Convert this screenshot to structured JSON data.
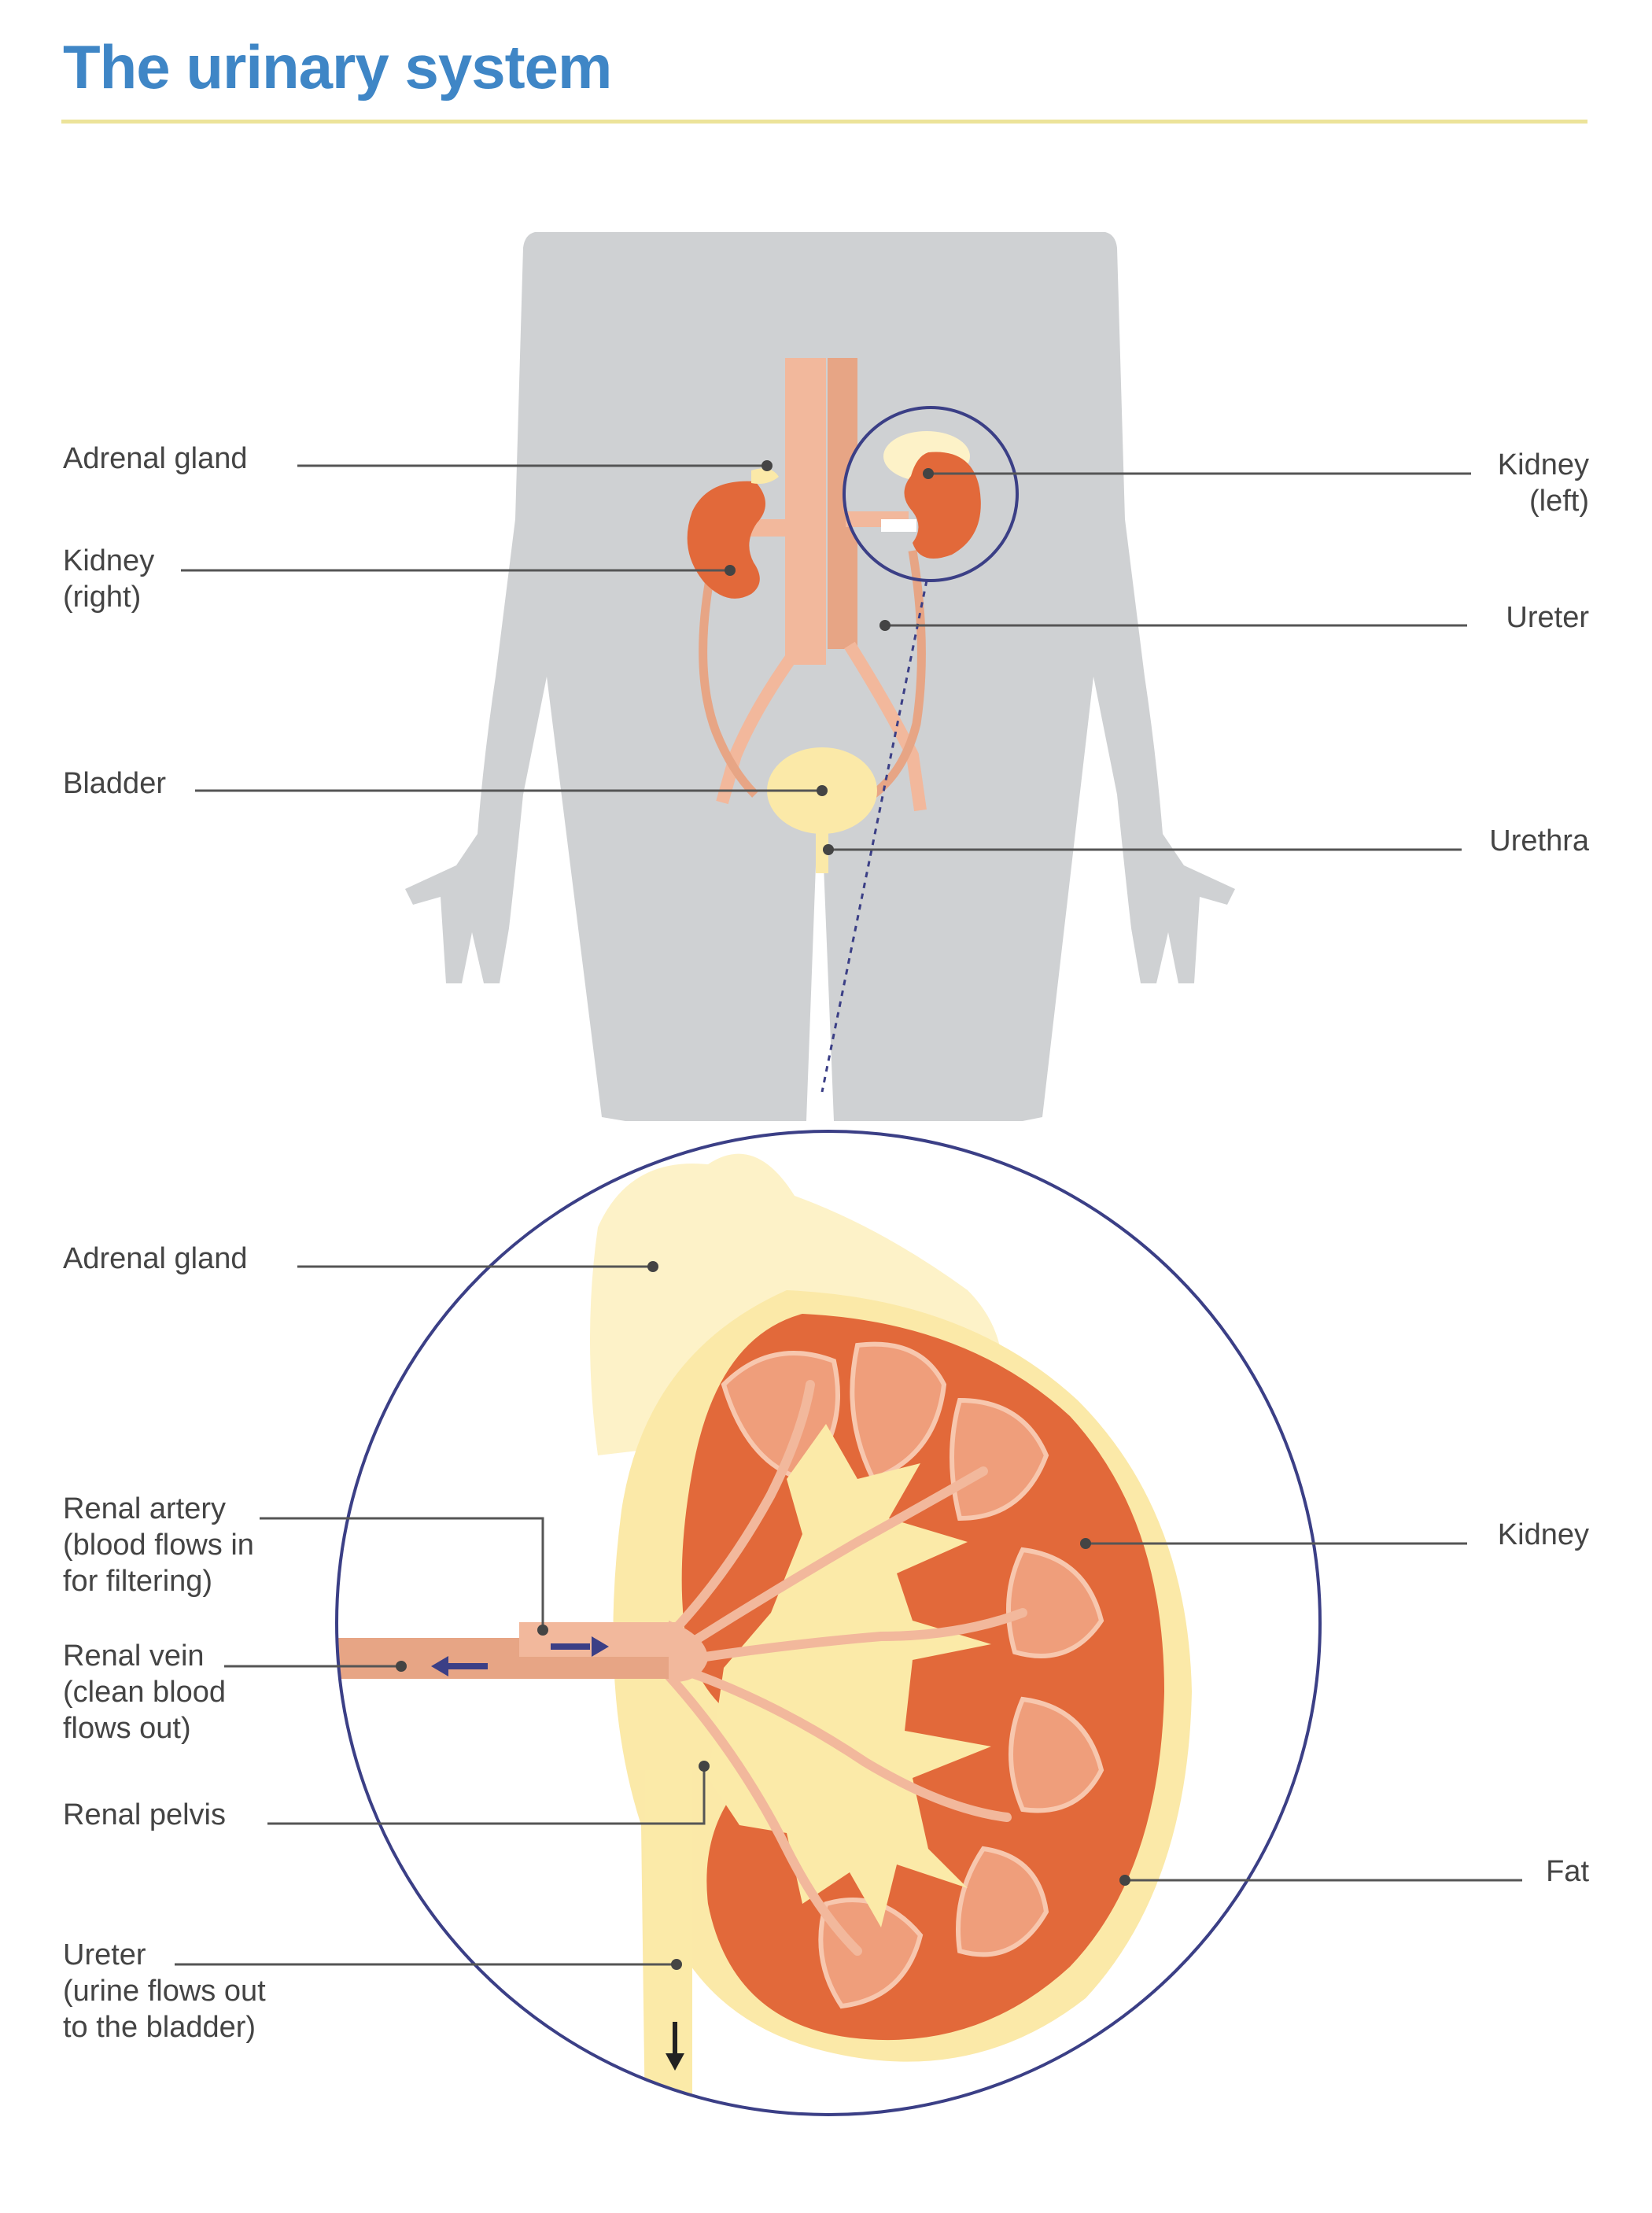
{
  "title": "The urinary system",
  "colors": {
    "title": "#3f86c6",
    "rule": "#ece39a",
    "body": "#cfd1d3",
    "kidney": "#e2693a",
    "kidney_light": "#ef9e7b",
    "vessel": "#f2b89c",
    "vessel_dark": "#e7a585",
    "fat": "#fbe9a8",
    "fat_light": "#fdf2c8",
    "pelvis": "#fbeaa8",
    "circle": "#3b3f86",
    "leader": "#555555"
  },
  "icons": {
    "flow_arrow": "arrow-icon",
    "body": "human-torso-silhouette-icon"
  },
  "labels": {
    "top_adrenal": "Adrenal gland",
    "top_kidney_right": "Kidney\n(right)",
    "top_bladder": "Bladder",
    "top_kidney_left": "Kidney\n(left)",
    "top_ureter": "Ureter",
    "top_urethra": "Urethra",
    "detail_adrenal": "Adrenal gland",
    "renal_artery": "Renal artery\n(blood flows in\nfor filtering)",
    "renal_vein": "Renal vein\n(clean blood\nflows out)",
    "renal_pelvis": "Renal pelvis",
    "detail_ureter": "Ureter\n(urine flows out\nto the bladder)",
    "detail_kidney": "Kidney",
    "fat": "Fat"
  }
}
